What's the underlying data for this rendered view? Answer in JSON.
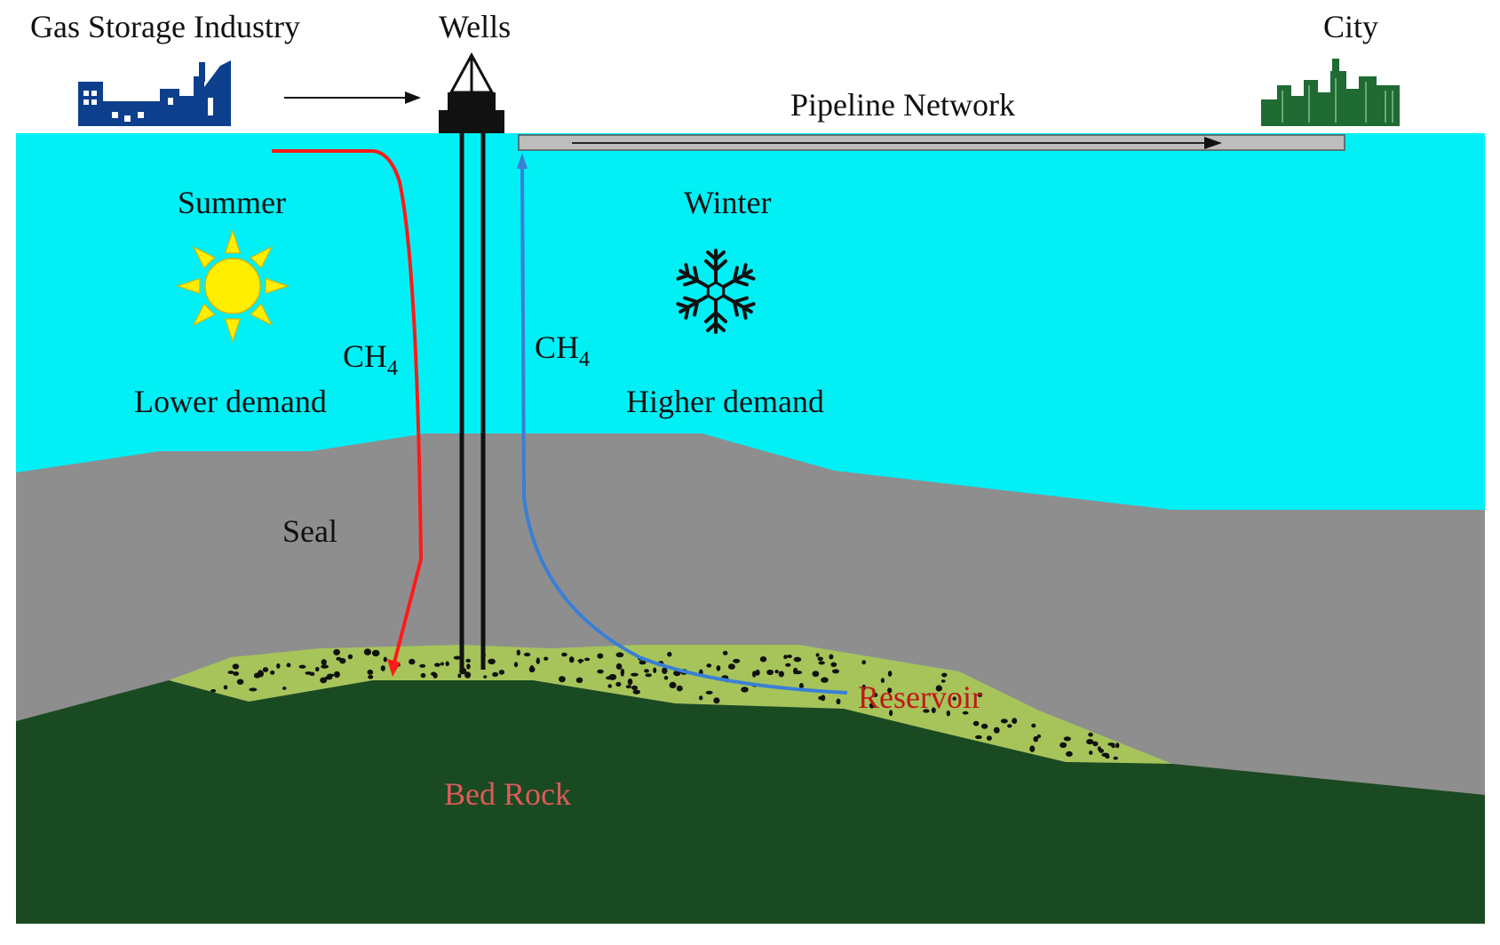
{
  "labels": {
    "industry": "Gas Storage Industry",
    "wells": "Wells",
    "city": "City",
    "pipeline": "Pipeline Network",
    "summer": "Summer",
    "winter": "Winter",
    "ch4_left_main": "CH",
    "ch4_left_sub": "4",
    "ch4_right_main": "CH",
    "ch4_right_sub": "4",
    "lower_demand": "Lower demand",
    "higher_demand": "Higher demand",
    "seal": "Seal",
    "reservoir": "Reservoir",
    "bed_rock": "Bed Rock"
  },
  "icons": {
    "factory": "factory-icon",
    "well_rig": "well-rig-icon",
    "city": "city-skyline-icon",
    "sun": "sun-icon",
    "snowflake": "snowflake-icon"
  },
  "colors": {
    "sky": "#00f0f5",
    "seal": "#8e8e8e",
    "reservoir": "#a6c45a",
    "bedrock": "#1a4a21",
    "injection_arrow": "#ff1a1a",
    "withdrawal_arrow": "#3a7fd6",
    "reservoir_label": "#c01818",
    "bedrock_label": "#e05a5a",
    "factory": "#0d3f8c",
    "city": "#1f6b33",
    "sun": "#ffee00"
  }
}
